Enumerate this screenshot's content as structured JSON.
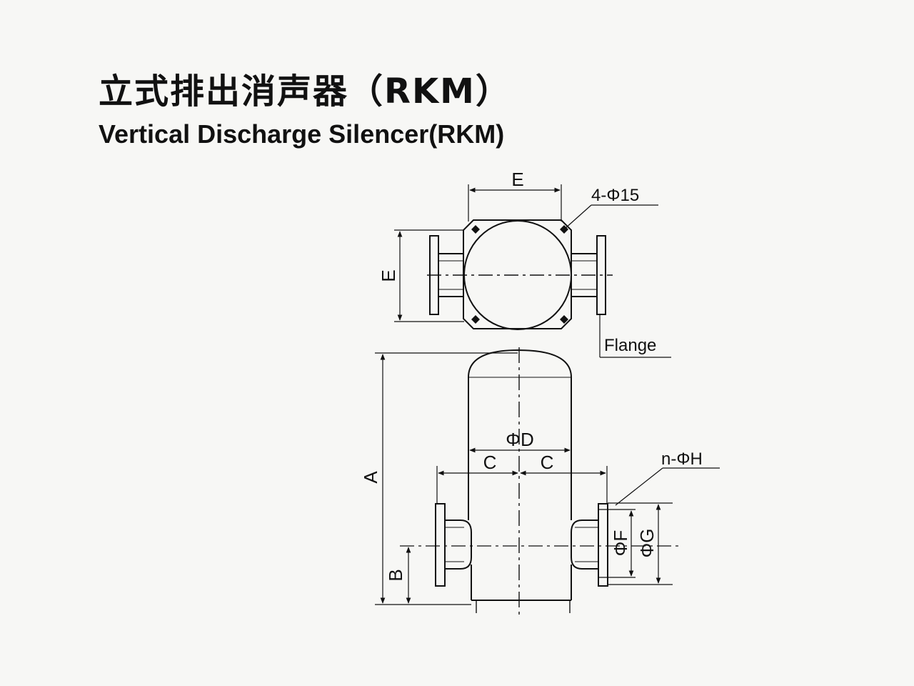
{
  "title": {
    "chinese": "立式排出消声器（RKM）",
    "english": "Vertical Discharge Silencer(RKM)"
  },
  "top_view": {
    "width_label": "E",
    "height_label": "E",
    "bolt_holes_label": "4-Φ15",
    "flange_label": "Flange"
  },
  "front_view": {
    "height_label": "A",
    "inlet_height_label": "B",
    "diameter_label": "ΦD",
    "offset_left_label": "C",
    "offset_right_label": "C",
    "flange_holes_label": "n-ΦH",
    "pipe_diameter_label": "ΦF",
    "flange_diameter_label": "ΦG"
  }
}
